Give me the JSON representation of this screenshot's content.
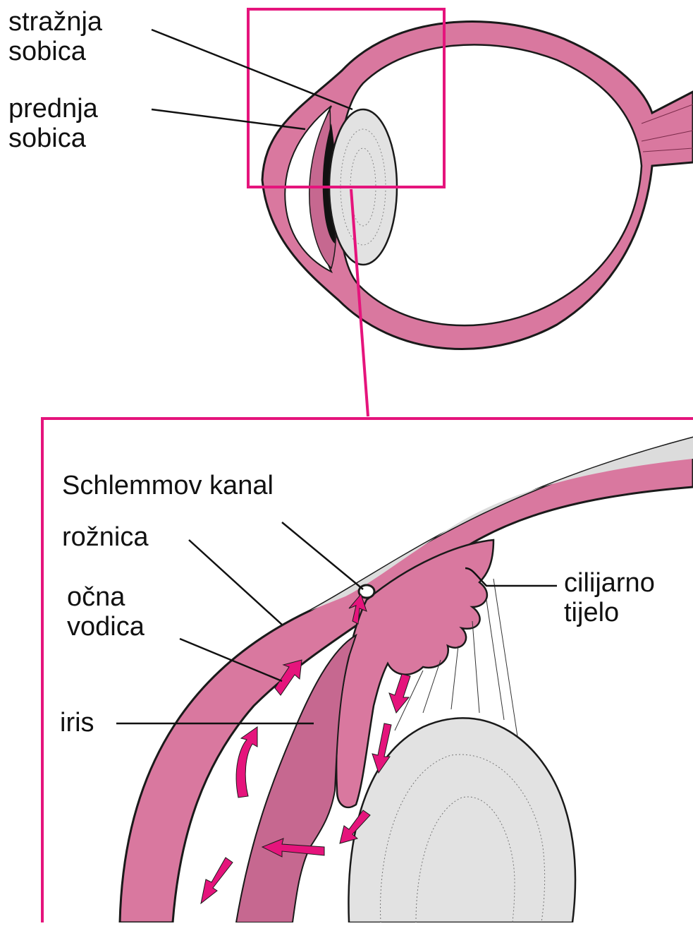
{
  "labels": {
    "posterior_chamber": [
      "stražnja",
      "sobica"
    ],
    "anterior_chamber": [
      "prednja",
      "sobica"
    ],
    "schlemm_canal": "Schlemmov kanal",
    "cornea": "rožnica",
    "aqueous_humor": [
      "očna",
      "vodica"
    ],
    "iris": "iris",
    "ciliary_body": [
      "cilijarno",
      "tijelo"
    ]
  },
  "colors": {
    "tissue_pink": "#d9789f",
    "tissue_light": "#e8a9c2",
    "accent_magenta": "#e5147c",
    "lens_gray": "#e2e2e2",
    "cornea_gray": "#dcdcdc",
    "outline": "#1a1a1a"
  }
}
